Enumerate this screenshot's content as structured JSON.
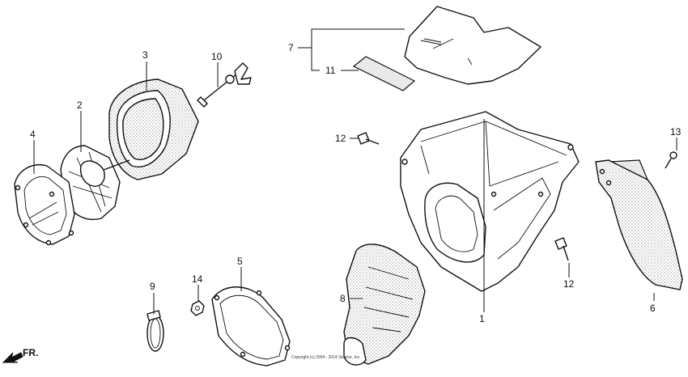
{
  "diagram": {
    "callouts": [
      {
        "id": "1",
        "text": "1"
      },
      {
        "id": "2",
        "text": "2"
      },
      {
        "id": "3",
        "text": "3"
      },
      {
        "id": "4",
        "text": "4"
      },
      {
        "id": "5",
        "text": "5"
      },
      {
        "id": "6",
        "text": "6"
      },
      {
        "id": "7",
        "text": "7"
      },
      {
        "id": "8",
        "text": "8"
      },
      {
        "id": "9",
        "text": "9"
      },
      {
        "id": "10",
        "text": "10"
      },
      {
        "id": "11",
        "text": "11"
      },
      {
        "id": "12a",
        "text": "12"
      },
      {
        "id": "12b",
        "text": "12"
      },
      {
        "id": "13",
        "text": "13"
      },
      {
        "id": "14",
        "text": "14"
      }
    ],
    "direction_label": "FR.",
    "copyright": "Copyright (c) 2004 - 2014 Service, Inc."
  }
}
